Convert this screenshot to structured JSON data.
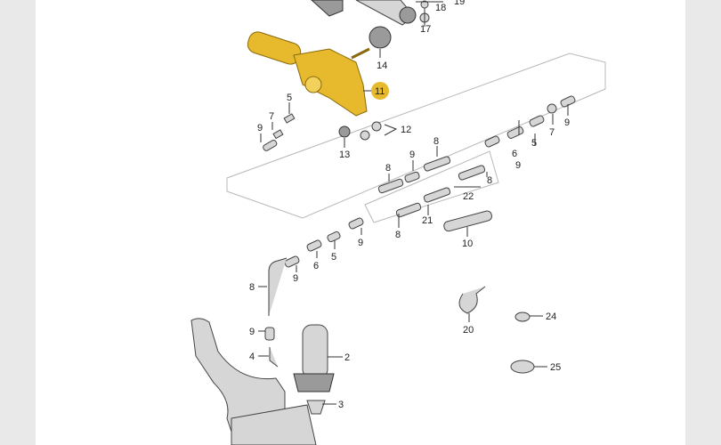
{
  "diagram": {
    "highlight_color": "#e7b92c",
    "callouts": {
      "c19": "19",
      "c18": "18",
      "c17": "17",
      "c14": "14",
      "c11": "11",
      "c5a": "5",
      "c7a": "7",
      "c9a": "9",
      "c12": "12",
      "c13": "13",
      "c8a": "8",
      "c9b": "9",
      "c8b": "8",
      "c22": "22",
      "c21": "21",
      "c8c": "8",
      "c10": "10",
      "c9c": "9",
      "c6a": "6",
      "c5b": "5",
      "c7b": "7",
      "c9d": "9",
      "c9e": "9",
      "c5c": "5",
      "c6b": "6",
      "c9f": "9",
      "c8d": "8",
      "c9g": "9",
      "c4": "4",
      "c2": "2",
      "c3": "3",
      "c20": "20",
      "c24": "24",
      "c25": "25"
    }
  }
}
